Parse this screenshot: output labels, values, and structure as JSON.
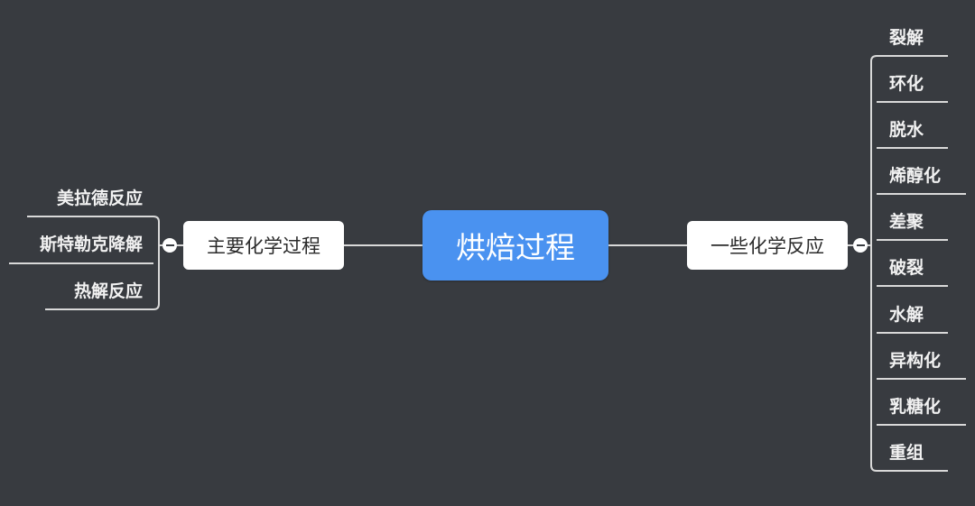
{
  "root": {
    "label": "烘焙过程"
  },
  "left_branch": {
    "label": "主要化学过程",
    "children": [
      "美拉德反应",
      "斯特勒克降解",
      "热解反应"
    ]
  },
  "right_branch": {
    "label": "一些化学反应",
    "children": [
      "裂解",
      "环化",
      "脱水",
      "烯醇化",
      "差聚",
      "破裂",
      "水解",
      "异构化",
      "乳糖化",
      "重组"
    ]
  },
  "colors": {
    "background": "#383b40",
    "root_fill": "#4a92f0",
    "branch_fill": "#ffffff",
    "line": "#d9d9d9",
    "leaf_text": "#f2f2f2"
  },
  "icons": {
    "collapse": "minus-circle-icon"
  }
}
